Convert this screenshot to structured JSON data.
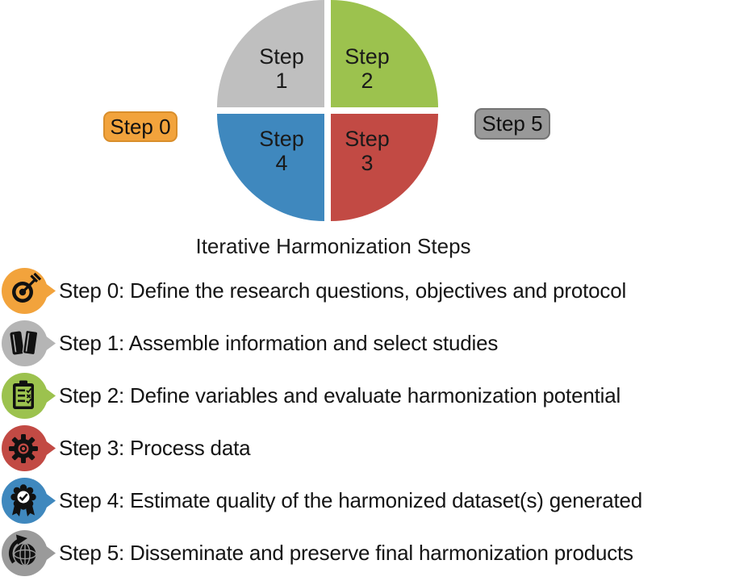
{
  "diagram": {
    "caption": "Iterative Harmonization Steps",
    "pie": {
      "quadrants": [
        {
          "word": "Step",
          "num": "1",
          "color": "#BFBFBF",
          "position": "top-left"
        },
        {
          "word": "Step",
          "num": "2",
          "color": "#9CC24E",
          "position": "top-right"
        },
        {
          "word": "Step",
          "num": "3",
          "color": "#C24A44",
          "position": "bottom-right"
        },
        {
          "word": "Step",
          "num": "4",
          "color": "#3F88BE",
          "position": "bottom-left"
        }
      ]
    },
    "badges": [
      {
        "label": "Step 0",
        "fill": "#F2A33C",
        "border": "#D98E2B"
      },
      {
        "label": "Step 5",
        "fill": "#999999",
        "border": "#737373"
      }
    ]
  },
  "legend": {
    "items": [
      {
        "icon": "target-icon",
        "color": "#F2A33C",
        "text": "Step 0: Define the research questions, objectives and protocol"
      },
      {
        "icon": "books-icon",
        "color": "#B5B5B5",
        "text": "Step 1: Assemble information and select studies"
      },
      {
        "icon": "clipboard-icon",
        "color": "#9CC24E",
        "text": "Step 2: Define variables and evaluate harmonization potential"
      },
      {
        "icon": "gear-icon",
        "color": "#C24A44",
        "text": "Step 3: Process data"
      },
      {
        "icon": "award-icon",
        "color": "#3F88BE",
        "text": "Step 4: Estimate quality of the harmonized dataset(s) generated"
      },
      {
        "icon": "globe-icon",
        "color": "#9A9A9A",
        "text": "Step 5: Disseminate and preserve final harmonization products"
      }
    ]
  }
}
